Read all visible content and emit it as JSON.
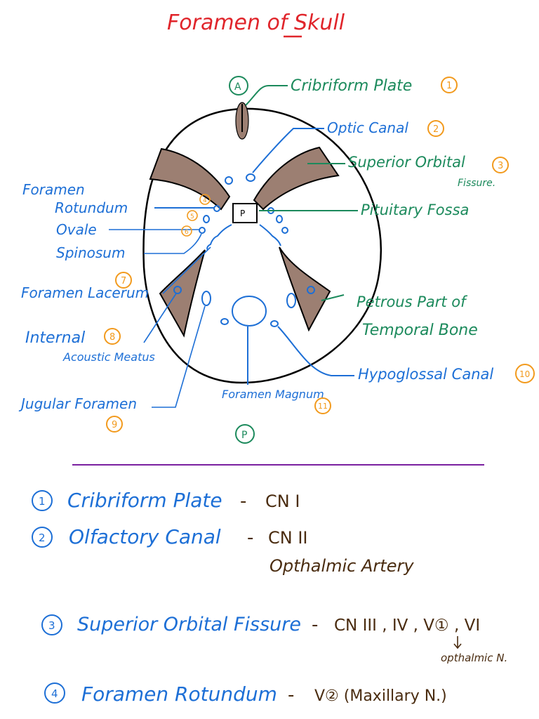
{
  "title": "Foramen of Skull",
  "orientation": {
    "anterior": "A",
    "posterior": "P"
  },
  "center_label": "P",
  "labels": {
    "cribriform_plate": "Cribriform Plate",
    "optic_canal": "Optic Canal",
    "superior_orbital_1": "Superior Orbital",
    "superior_orbital_2": "Fissure.",
    "foramen": "Foramen",
    "rotundum": "Rotundum",
    "ovale": "Ovale",
    "spinosum": "Spinosum",
    "pituitary_fossa": "Pituitary Fossa",
    "foramen_lacerum": "Foramen Lacerum",
    "petrous_1": "Petrous Part of",
    "petrous_2": "Temporal Bone",
    "internal_1": "Internal",
    "internal_2": "Acoustic Meatus",
    "hypoglossal_canal": "Hypoglossal Canal",
    "jugular_foramen": "Jugular Foramen",
    "foramen_magnum": "Foramen Magnum"
  },
  "numbers": {
    "n1": "1",
    "n2": "2",
    "n3": "3",
    "n4": "4",
    "n5": "5",
    "n6": "6",
    "n7": "7",
    "n8": "8",
    "n9": "9",
    "n10": "10",
    "n11": "11"
  },
  "notes": [
    {
      "num": "1",
      "name": "Cribriform Plate",
      "dash": "-",
      "nerve": "CN I"
    },
    {
      "num": "2",
      "name": "Olfactory Canal",
      "dash": "-",
      "nerve": "CN II",
      "extra": "Opthalmic Artery"
    },
    {
      "num": "3",
      "name": "Superior Orbital Fissure",
      "dash": "-",
      "nerve": "CN III , IV , V① , VI",
      "extra": "opthalmic N."
    },
    {
      "num": "4",
      "name": "Foramen Rotundum",
      "dash": "-",
      "nerve": "V② (Maxillary N.)"
    }
  ],
  "colors": {
    "title": "#e0252b",
    "structure_labels": "#1c8a5c",
    "foramen_labels": "#1d6fd6",
    "numbers": "#f29a1d",
    "nerves": "#4a2c10",
    "bone_fill": "#9c7f72",
    "divider": "#7a1fa0"
  }
}
